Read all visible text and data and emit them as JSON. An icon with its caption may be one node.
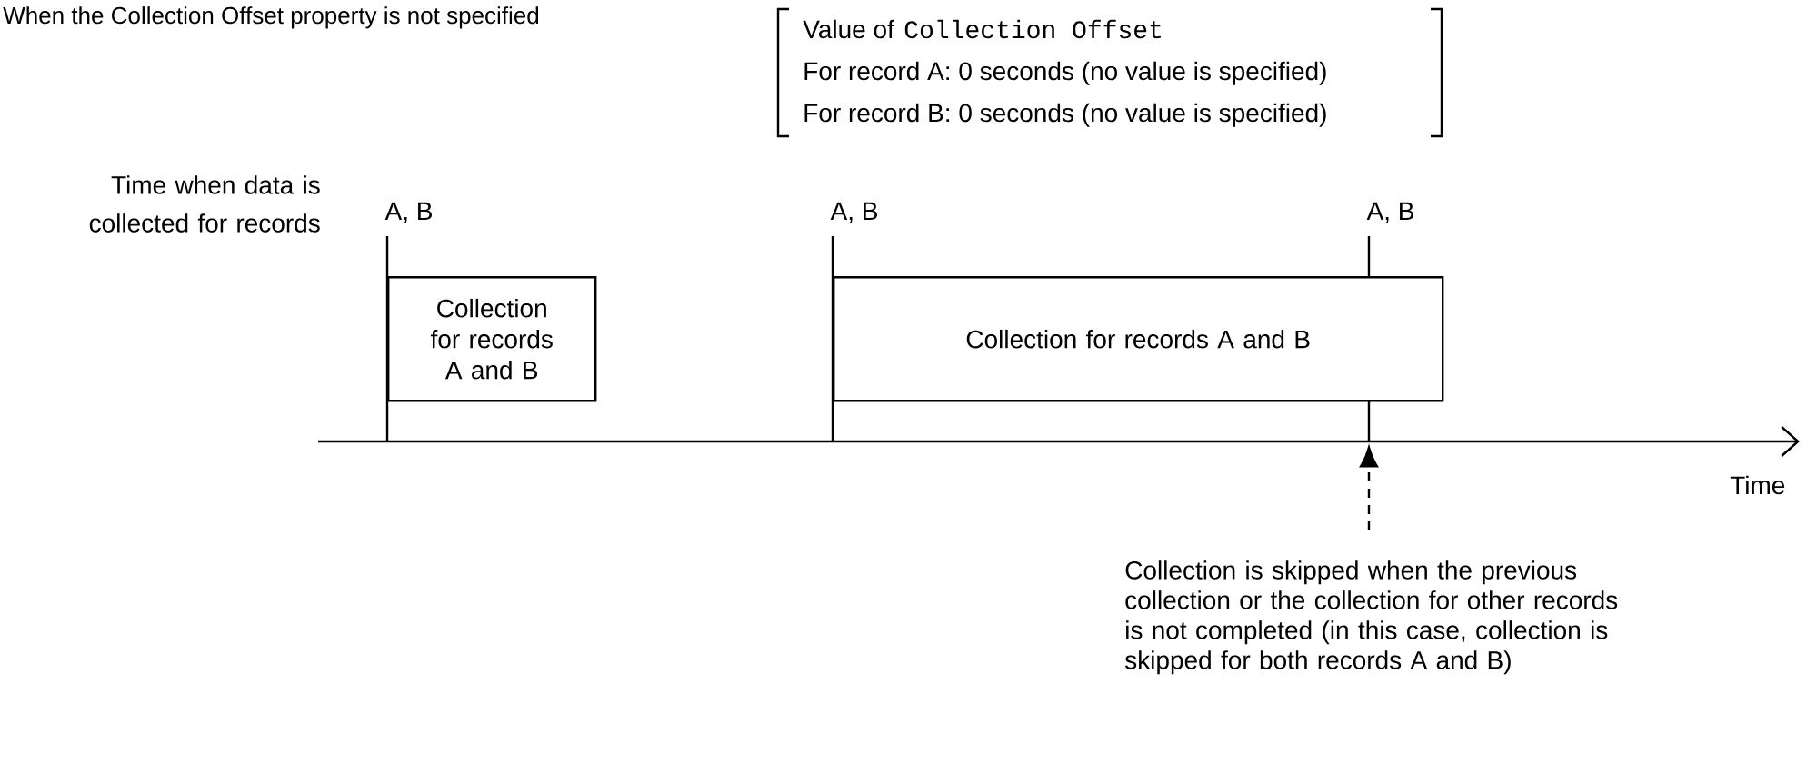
{
  "diagram": {
    "title": "When the Collection Offset property is not specified",
    "nodes": [
      {
        "text": [
          "Collection for records A and B"
        ]
      },
      {
        "text": [
          "Collection for records A and B"
        ]
      },
      {
        "text": [
          "Collection is skipped when the previous collection or the collection for other records is not completed (in this case, collection is skipped for both records A and B)"
        ]
      },
      {
        "text": [],
        "shape": "line",
        "beside": [
          "Time"
        ]
      }
    ],
    "edges": [
      {
        "from": 2,
        "to": 3,
        "arrow": "to",
        "style": "dashed"
      }
    ],
    "labels": [
      "Value of",
      "Collection Offset",
      "For record A: 0 seconds (no value is specified)",
      "For record B: 0 seconds (no value is specified)",
      "Time when data is collected for records",
      "A, B",
      "A, B",
      "A, B"
    ]
  }
}
